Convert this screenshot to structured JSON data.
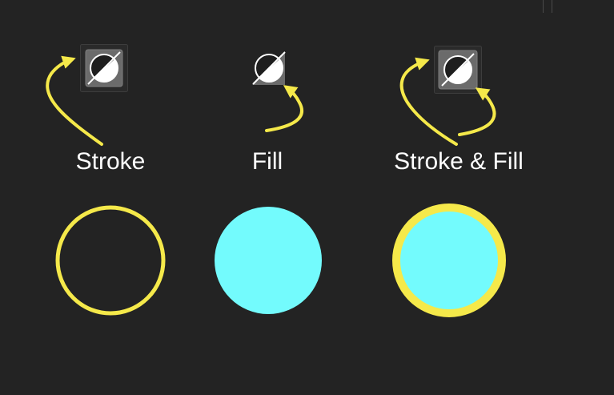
{
  "colors": {
    "background": "#232323",
    "stroke_yellow": "#f5e94a",
    "fill_cyan": "#73fbfd",
    "label_text": "#ffffff",
    "button_bg": "#6b6b6b"
  },
  "modes": [
    {
      "id": "stroke",
      "label": "Stroke",
      "icon": "stroke-mode-icon",
      "selected": true
    },
    {
      "id": "fill",
      "label": "Fill",
      "icon": "fill-mode-icon",
      "selected": false
    },
    {
      "id": "stroke-fill",
      "label": "Stroke & Fill",
      "icon": "stroke-and-fill-mode-icon",
      "selected": true
    }
  ]
}
